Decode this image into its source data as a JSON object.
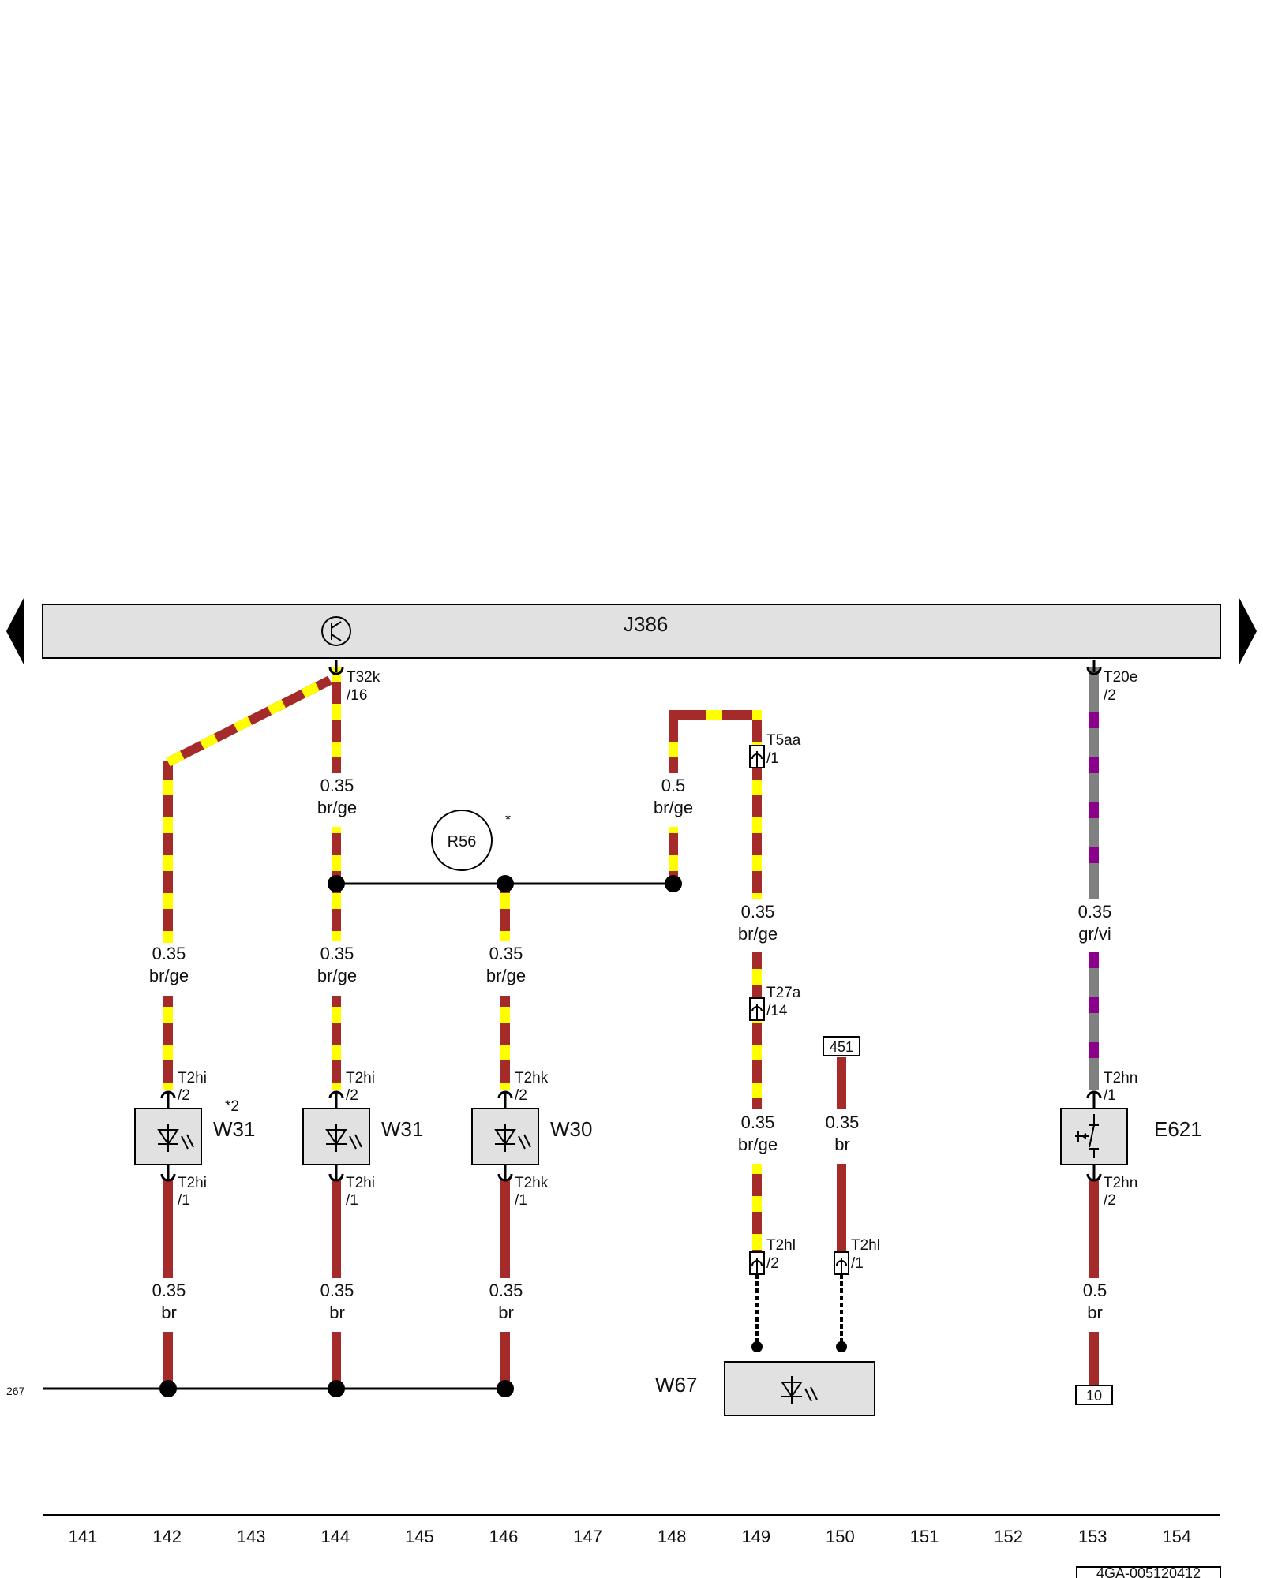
{
  "colors": {
    "brown": "#a52a2a",
    "yellow": "#ffff00",
    "grey": "#808080",
    "violet": "#8b008b",
    "component_fill": "#e1e1e1",
    "line": "#000000"
  },
  "control_unit": {
    "name": "J386",
    "icon": "transistor-icon"
  },
  "node_labels": {
    "ground_ref": "267",
    "resistor": "R56",
    "resistor_note": "*",
    "box_451": "451",
    "box_10": "10",
    "doc_id": "4GA-005120412"
  },
  "components": {
    "w31_a": {
      "name": "W31",
      "note": "*2",
      "icon": "led-icon"
    },
    "w31_b": {
      "name": "W31",
      "icon": "led-icon"
    },
    "w30": {
      "name": "W30",
      "icon": "led-icon"
    },
    "w67": {
      "name": "W67",
      "icon": "led-icon"
    },
    "e621": {
      "name": "E621",
      "icon": "switch-icon"
    }
  },
  "connectors": {
    "t32k": [
      "T32k",
      "/16"
    ],
    "t5aa": [
      "T5aa",
      "/1"
    ],
    "t20e": [
      "T20e",
      "/2"
    ],
    "t27a": [
      "T27a",
      "/14"
    ],
    "t2hi_a2": [
      "T2hi",
      "/2"
    ],
    "t2hi_b2": [
      "T2hi",
      "/2"
    ],
    "t2hk_2": [
      "T2hk",
      "/2"
    ],
    "t2hn_1": [
      "T2hn",
      "/1"
    ],
    "t2hi_a1": [
      "T2hi",
      "/1"
    ],
    "t2hi_b1": [
      "T2hi",
      "/1"
    ],
    "t2hk_1": [
      "T2hk",
      "/1"
    ],
    "t2hn_2": [
      "T2hn",
      "/2"
    ],
    "t2hl_2": [
      "T2hl",
      "/2"
    ],
    "t2hl_1": [
      "T2hl",
      "/1"
    ]
  },
  "wire_labels": {
    "w144_top": [
      "0.35",
      "br/ge"
    ],
    "w148_top": [
      "0.5",
      "br/ge"
    ],
    "w149_mid": [
      "0.35",
      "br/ge"
    ],
    "w153_mid": [
      "0.35",
      "gr/vi"
    ],
    "w142_mid": [
      "0.35",
      "br/ge"
    ],
    "w144_mid": [
      "0.35",
      "br/ge"
    ],
    "w146_mid": [
      "0.35",
      "br/ge"
    ],
    "w149_low": [
      "0.35",
      "br/ge"
    ],
    "w150_low": [
      "0.35",
      "br"
    ],
    "w142_bot": [
      "0.35",
      "br"
    ],
    "w144_bot": [
      "0.35",
      "br"
    ],
    "w146_bot": [
      "0.35",
      "br"
    ],
    "w153_bot": [
      "0.5",
      "br"
    ]
  },
  "ruler": [
    "141",
    "142",
    "143",
    "144",
    "145",
    "146",
    "147",
    "148",
    "149",
    "150",
    "151",
    "152",
    "153",
    "154"
  ]
}
